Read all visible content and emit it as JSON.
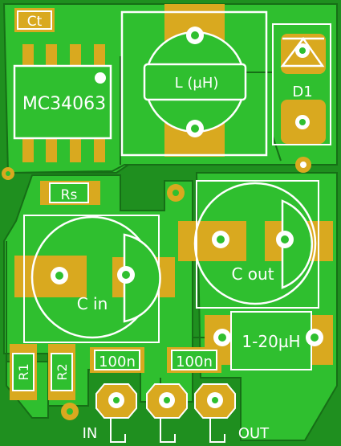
{
  "labels": {
    "ct": "Ct",
    "ic": "MC34063",
    "inductor_main": "L (µH)",
    "diode": "D1",
    "rs": "Rs",
    "cin": "C in",
    "cout": "C out",
    "inductor_filter": "1-20µH",
    "r1": "R1",
    "r2": "R2",
    "cap1": "100n",
    "cap2": "100n",
    "in": "IN",
    "out": "OUT"
  },
  "colors": {
    "board": "#1f8f1f",
    "copper": "#2fbf2f",
    "pad": "#d9a91f",
    "silk": "#ffffff",
    "trace_gap": "#166e16"
  }
}
